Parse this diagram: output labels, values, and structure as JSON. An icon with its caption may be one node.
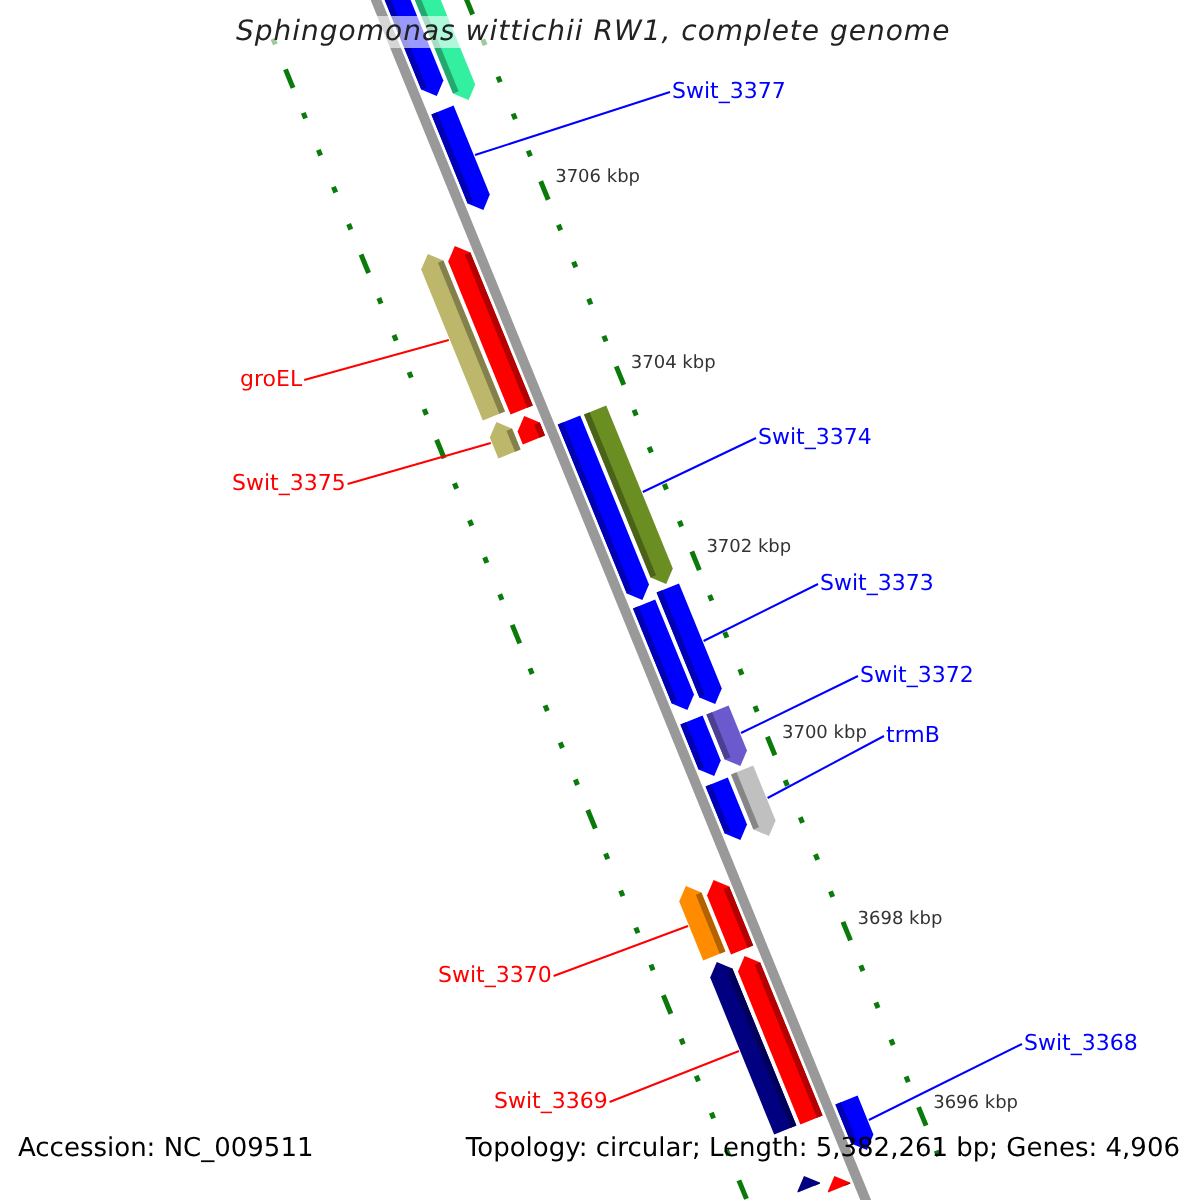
{
  "diagram": {
    "title": "Sphingomonas wittichii RW1, complete genome",
    "nodes": [
      {
        "text": [
          "Swit_3377"
        ]
      },
      {
        "text": [
          "groEL"
        ]
      },
      {
        "text": [
          "Swit_3375"
        ]
      },
      {
        "text": [
          "Swit_3374"
        ]
      },
      {
        "text": [
          "Swit_3373"
        ]
      },
      {
        "text": [
          "Swit_3372"
        ]
      },
      {
        "text": [
          "trmB"
        ]
      },
      {
        "text": [
          "Swit_3370"
        ]
      },
      {
        "text": [
          "Swit_3369"
        ]
      },
      {
        "text": [
          "Swit_3368"
        ]
      },
      {
        "text": [],
        "shape": "bar"
      },
      {
        "text": [],
        "shape": "bar"
      },
      {
        "text": [],
        "shape": "bar"
      },
      {
        "text": [],
        "shape": "bar"
      },
      {
        "text": [],
        "shape": "bar"
      },
      {
        "text": [],
        "shape": "bar"
      },
      {
        "text": [],
        "shape": "bar"
      },
      {
        "text": [],
        "shape": "bar"
      },
      {
        "text": [],
        "shape": "bar"
      },
      {
        "text": [],
        "shape": "bar"
      },
      {
        "text": [],
        "shape": "bar"
      },
      {
        "text": [],
        "shape": "bar"
      },
      {
        "text": [],
        "shape": "bar"
      },
      {
        "text": [],
        "shape": "bar"
      },
      {
        "text": [],
        "shape": "bar"
      },
      {
        "text": [],
        "shape": "bar"
      },
      {
        "text": [],
        "shape": "bar"
      },
      {
        "text": [],
        "shape": "bar"
      },
      {
        "text": [],
        "shape": "bar"
      },
      {
        "text": [],
        "shape": "bar"
      },
      {
        "text": [],
        "shape": "bar"
      },
      {
        "text": [],
        "shape": "bar"
      }
    ],
    "edges": [
      {
        "from": 0,
        "to": 10,
        "arrow": "none"
      },
      {
        "from": 1,
        "to": 11,
        "arrow": "none",
        "color": "#ff0000"
      },
      {
        "from": 2,
        "to": 12,
        "arrow": "none",
        "color": "#ff0000"
      },
      {
        "from": 3,
        "to": 13,
        "arrow": "none"
      },
      {
        "from": 4,
        "to": 14,
        "arrow": "none"
      },
      {
        "from": 5,
        "to": 15,
        "arrow": "none"
      },
      {
        "from": 6,
        "to": 16,
        "arrow": "none"
      },
      {
        "from": 7,
        "to": 17,
        "arrow": "none",
        "color": "#ff0000"
      },
      {
        "from": 8,
        "to": 18,
        "arrow": "none",
        "color": "#ff0000"
      },
      {
        "from": 9,
        "to": 19,
        "arrow": "none"
      }
    ],
    "labels": [
      "3706 kbp",
      "3704 kbp",
      "3702 kbp",
      "3700 kbp",
      "3698 kbp",
      "3696 kbp",
      "Accession: NC_009511",
      "Topology: circular; Length: 5,382,261 bp; Genes: 4,906"
    ]
  }
}
